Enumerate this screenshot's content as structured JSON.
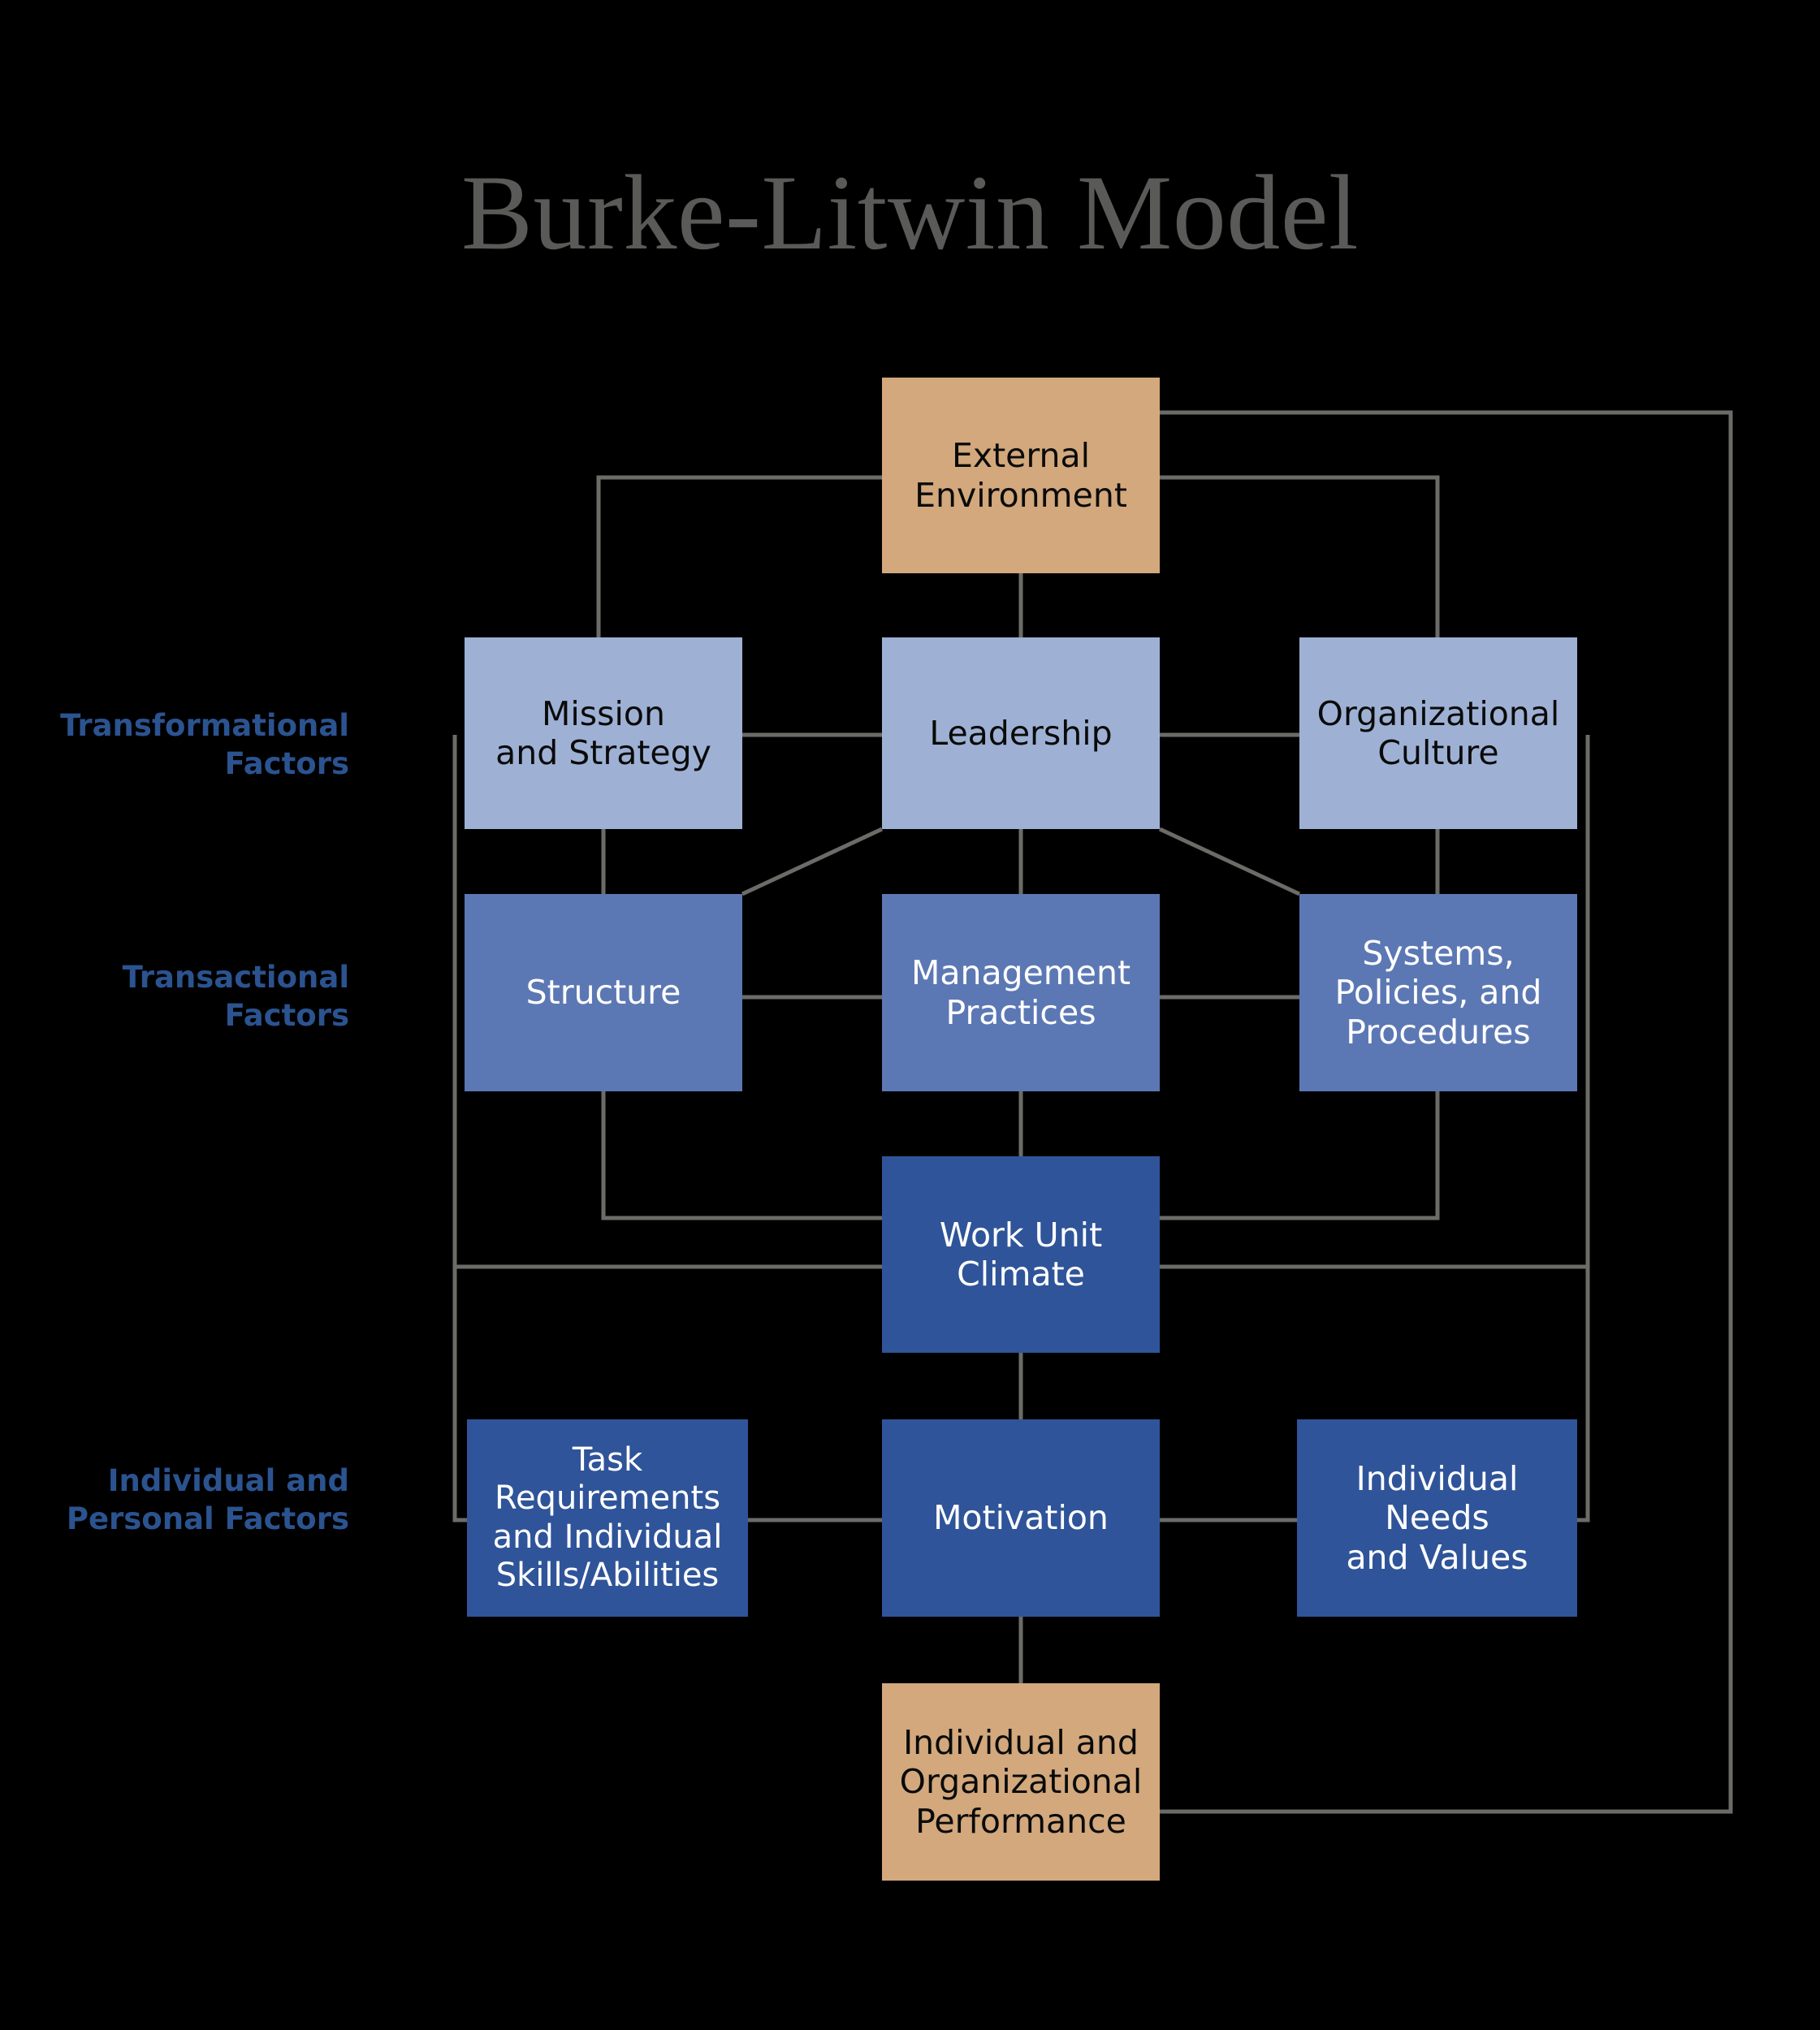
{
  "title": "Burke-Litwin Model",
  "colors": {
    "background": "#000000",
    "title_text": "#5a5a58",
    "group_label_text": "#2b5390",
    "connector": "#6b6b68",
    "tan_box": "#d2a87c",
    "light_blue_box": "#9eb1d4",
    "medium_blue_box": "#5c78b4",
    "dark_blue_box": "#2f5499",
    "dark_text": "#0a0a0a",
    "light_text": "#ffffff"
  },
  "group_labels": [
    {
      "id": "transformational",
      "text": "Transformational\nFactors"
    },
    {
      "id": "transactional",
      "text": "Transactional\nFactors"
    },
    {
      "id": "individual-personal",
      "text": "Individual and\nPersonal Factors"
    }
  ],
  "nodes": [
    {
      "id": "external-environment",
      "label": "External\nEnvironment",
      "tier": "external",
      "style": "tan"
    },
    {
      "id": "mission-and-strategy",
      "label": "Mission\nand Strategy",
      "tier": "transformational",
      "style": "light_blue"
    },
    {
      "id": "leadership",
      "label": "Leadership",
      "tier": "transformational",
      "style": "light_blue"
    },
    {
      "id": "organizational-culture",
      "label": "Organizational\nCulture",
      "tier": "transformational",
      "style": "light_blue"
    },
    {
      "id": "structure",
      "label": "Structure",
      "tier": "transactional",
      "style": "medium_blue"
    },
    {
      "id": "management-practices",
      "label": "Management\nPractices",
      "tier": "transactional",
      "style": "medium_blue"
    },
    {
      "id": "systems-policies-and-procedures",
      "label": "Systems,\nPolicies, and\nProcedures",
      "tier": "transactional",
      "style": "medium_blue"
    },
    {
      "id": "work-unit-climate",
      "label": "Work Unit\nClimate",
      "tier": "transactional",
      "style": "dark_blue"
    },
    {
      "id": "task-requirements-and-individual-skills-abilities",
      "label": "Task\nRequirements\nand Individual\nSkills/Abilities",
      "tier": "individual-personal",
      "style": "dark_blue"
    },
    {
      "id": "motivation",
      "label": "Motivation",
      "tier": "individual-personal",
      "style": "dark_blue"
    },
    {
      "id": "individual-needs-and-values",
      "label": "Individual\nNeeds\nand Values",
      "tier": "individual-personal",
      "style": "dark_blue"
    },
    {
      "id": "individual-and-organizational-performance",
      "label": "Individual and\nOrganizational\nPerformance",
      "tier": "performance",
      "style": "tan"
    }
  ]
}
